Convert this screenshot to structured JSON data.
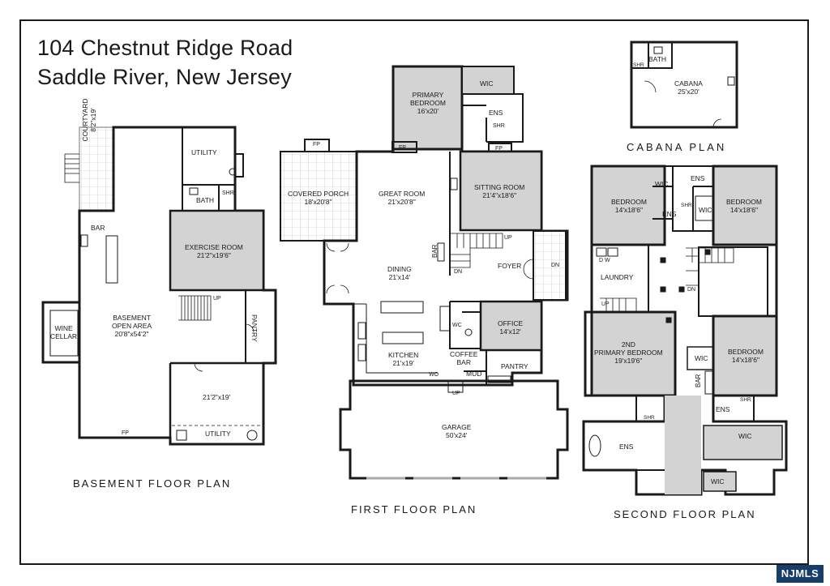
{
  "title": {
    "line1": "104 Chestnut Ridge Road",
    "line2": "Saddle River, New Jersey"
  },
  "plans": {
    "basement": "BASEMENT FLOOR PLAN",
    "first": "FIRST FLOOR PLAN",
    "second": "SECOND FLOOR PLAN",
    "cabana": "CABANA PLAN"
  },
  "rooms": {
    "courtyard": {
      "name": "COURTYARD",
      "dim": "8'2\"x19'"
    },
    "utility_top": {
      "name": "UTILITY"
    },
    "bath_basement": {
      "name": "BATH"
    },
    "shr_basement": {
      "name": "SHR"
    },
    "bar_basement": {
      "name": "BAR"
    },
    "exercise": {
      "name": "EXERCISE ROOM",
      "dim": "21'2\"x19'6\""
    },
    "wine": {
      "name": "WINE",
      "name2": "CELLAR"
    },
    "open_area": {
      "name": "BASEMENT",
      "name2": "OPEN AREA",
      "dim": "20'8\"x54'2\""
    },
    "pantry_basement": {
      "name": "PANTRY"
    },
    "up_basement": {
      "name": "UP"
    },
    "utility_bottom": {
      "name": "UTILITY",
      "dim": "21'2\"x19'"
    },
    "fp_basement": {
      "name": "FP"
    },
    "covered_porch": {
      "name": "COVERED PORCH",
      "dim": "18'x20'8\""
    },
    "fp_porch": {
      "name": "FP"
    },
    "primary_bedroom": {
      "name": "PRIMARY",
      "name2": "BEDROOM",
      "dim": "16'x20'"
    },
    "wic_primary": {
      "name": "WIC"
    },
    "ens_primary": {
      "name": "ENS"
    },
    "shr_primary": {
      "name": "SHR"
    },
    "fp_great": {
      "name": "FP"
    },
    "fp_sitting": {
      "name": "FP"
    },
    "great_room": {
      "name": "GREAT ROOM",
      "dim": "21'x20'8\""
    },
    "sitting_room": {
      "name": "SITTING ROOM",
      "dim": "21'4\"x18'6\""
    },
    "bar_first": {
      "name": "BAR"
    },
    "up_first": {
      "name": "UP"
    },
    "dn_first": {
      "name": "DN"
    },
    "foyer": {
      "name": "FOYER"
    },
    "dn_foyer": {
      "name": "DN"
    },
    "dining": {
      "name": "DINING",
      "dim": "21'x14'"
    },
    "office": {
      "name": "OFFICE",
      "dim": "14'x12'"
    },
    "wc_first": {
      "name": "WC"
    },
    "kitchen": {
      "name": "KITCHEN",
      "dim": "21'x19'"
    },
    "coffee_bar": {
      "name": "COFFEE",
      "name2": "BAR"
    },
    "pantry_first": {
      "name": "PANTRY"
    },
    "mud": {
      "name": "MUD"
    },
    "wo": {
      "name": "WO"
    },
    "up_garage": {
      "name": "UP"
    },
    "garage": {
      "name": "GARAGE",
      "dim": "50'x24'"
    },
    "cabana_bath": {
      "name": "BATH"
    },
    "cabana_shr": {
      "name": "SHR"
    },
    "cabana": {
      "name": "CABANA",
      "dim": "25'x20'"
    },
    "bedroom_nw": {
      "name": "BEDROOM",
      "dim": "14'x18'6\""
    },
    "wic_nw": {
      "name": "WIC"
    },
    "ens_top": {
      "name": "ENS"
    },
    "ens_mid": {
      "name": "ENS"
    },
    "shr_top": {
      "name": "SHR"
    },
    "wic_ne": {
      "name": "WIC"
    },
    "bedroom_ne": {
      "name": "BEDROOM",
      "dim": "14'x18'6\""
    },
    "laundry": {
      "name": "LAUNDRY"
    },
    "d_w": {
      "name": "D  W"
    },
    "up_second": {
      "name": "UP"
    },
    "dn_second": {
      "name": "DN"
    },
    "primary2": {
      "name": "2ND",
      "name2": "PRIMARY BEDROOM",
      "dim": "19'x19'6\""
    },
    "wic_se": {
      "name": "WIC"
    },
    "bedroom_se": {
      "name": "BEDROOM",
      "dim": "14'x18'6\""
    },
    "bar_second": {
      "name": "BAR"
    },
    "shr_se": {
      "name": "SHR"
    },
    "ens_se": {
      "name": "ENS"
    },
    "shr_sw": {
      "name": "SHR"
    },
    "ens_sw": {
      "name": "ENS"
    },
    "wic_big": {
      "name": "WIC"
    },
    "wic_small": {
      "name": "WIC"
    }
  },
  "watermark": {
    "text": "NJMLS"
  },
  "colors": {
    "wall": "#1a1a1a",
    "room_fill": "#d3d3d3",
    "line": "#7a7a7a"
  }
}
